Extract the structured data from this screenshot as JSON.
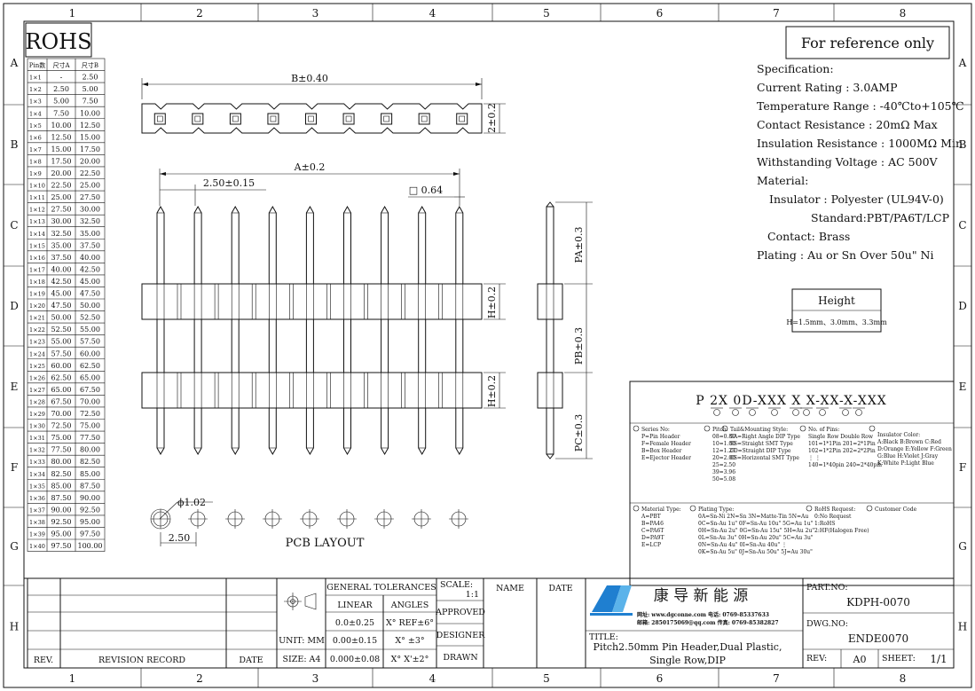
{
  "frame": {
    "cols": [
      "1",
      "2",
      "3",
      "4",
      "5",
      "6",
      "7",
      "8"
    ],
    "rows": [
      "A",
      "B",
      "C",
      "D",
      "E",
      "F",
      "G",
      "H"
    ]
  },
  "rohs": "ROHS",
  "ref_note": "For reference only",
  "pin_table": {
    "headers": [
      "Pin数",
      "尺寸A",
      "尺寸B"
    ],
    "rows": [
      [
        "1×1",
        "-",
        "2.50"
      ],
      [
        "1×2",
        "2.50",
        "5.00"
      ],
      [
        "1×3",
        "5.00",
        "7.50"
      ],
      [
        "1×4",
        "7.50",
        "10.00"
      ],
      [
        "1×5",
        "10.00",
        "12.50"
      ],
      [
        "1×6",
        "12.50",
        "15.00"
      ],
      [
        "1×7",
        "15.00",
        "17.50"
      ],
      [
        "1×8",
        "17.50",
        "20.00"
      ],
      [
        "1×9",
        "20.00",
        "22.50"
      ],
      [
        "1×10",
        "22.50",
        "25.00"
      ],
      [
        "1×11",
        "25.00",
        "27.50"
      ],
      [
        "1×12",
        "27.50",
        "30.00"
      ],
      [
        "1×13",
        "30.00",
        "32.50"
      ],
      [
        "1×14",
        "32.50",
        "35.00"
      ],
      [
        "1×15",
        "35.00",
        "37.50"
      ],
      [
        "1×16",
        "37.50",
        "40.00"
      ],
      [
        "1×17",
        "40.00",
        "42.50"
      ],
      [
        "1×18",
        "42.50",
        "45.00"
      ],
      [
        "1×19",
        "45.00",
        "47.50"
      ],
      [
        "1×20",
        "47.50",
        "50.00"
      ],
      [
        "1×21",
        "50.00",
        "52.50"
      ],
      [
        "1×22",
        "52.50",
        "55.00"
      ],
      [
        "1×23",
        "55.00",
        "57.50"
      ],
      [
        "1×24",
        "57.50",
        "60.00"
      ],
      [
        "1×25",
        "60.00",
        "62.50"
      ],
      [
        "1×26",
        "62.50",
        "65.00"
      ],
      [
        "1×27",
        "65.00",
        "67.50"
      ],
      [
        "1×28",
        "67.50",
        "70.00"
      ],
      [
        "1×29",
        "70.00",
        "72.50"
      ],
      [
        "1×30",
        "72.50",
        "75.00"
      ],
      [
        "1×31",
        "75.00",
        "77.50"
      ],
      [
        "1×32",
        "77.50",
        "80.00"
      ],
      [
        "1×33",
        "80.00",
        "82.50"
      ],
      [
        "1×34",
        "82.50",
        "85.00"
      ],
      [
        "1×35",
        "85.00",
        "87.50"
      ],
      [
        "1×36",
        "87.50",
        "90.00"
      ],
      [
        "1×37",
        "90.00",
        "92.50"
      ],
      [
        "1×38",
        "92.50",
        "95.00"
      ],
      [
        "1×39",
        "95.00",
        "97.50"
      ],
      [
        "1×40",
        "97.50",
        "100.00"
      ]
    ]
  },
  "dims": {
    "b": "B±0.40",
    "h_top": "2±0.2",
    "a": "A±0.2",
    "pitch": "2.50±0.15",
    "sq": "□ 0.64",
    "pa": "PA±0.3",
    "pb": "PB±0.3",
    "pc": "PC±0.3",
    "h1": "H±0.2",
    "h2": "H±0.2",
    "hole": "ϕ1.02",
    "hole_pitch": "2.50",
    "pcb": "PCB LAYOUT"
  },
  "spec": [
    "Specification:",
    "Current Rating : 3.0AMP",
    "Temperature Range : -40℃to+105℃",
    "Contact Resistance : 20mΩ Max",
    "Insulation Resistance : 1000MΩ Min",
    "Withstanding Voltage : AC 500V",
    "Material:",
    "Insulator : Polyester (UL94V-0)",
    "Standard:PBT/PA6T/LCP",
    "Contact: Brass",
    "Plating : Au or Sn Over 50u\" Ni"
  ],
  "height_box": {
    "title": "Height",
    "value": "H=1.5mm、3.0mm、3.3mm"
  },
  "part_code": "P 2X 0D-XXX X X-XX-X-XXX",
  "code_legend": {
    "series": [
      "Series No:",
      "P=Pin Header",
      "F=Female Header",
      "B=Box Header",
      "E=Ejector Header"
    ],
    "pitch": [
      "Pitch:",
      "08=0.80",
      "10=1.00",
      "12=1.27",
      "20=2.00",
      "25=2.50",
      "39=3.96",
      "50=5.08"
    ],
    "tail": [
      "Tail&Mounting Style:",
      "9A=Right Angle DIP Type",
      "9S=Straight SMT Type",
      "0D=Straight DIP Type",
      "0S=Horizontal SMT Type"
    ],
    "pins": [
      "No. of Pins:",
      "Single Row  Double Row",
      "101=1*1Pin  201=2*1Pin",
      "102=1*2Pin  202=2*2Pin",
      "⋮  ⋮",
      "140=1*40pin 240=2*40pin"
    ],
    "color": [
      "Insulator Color:",
      "A:Black  B:Brown  C:Red",
      "D:Orange E:Yellow F:Green",
      "G:Blue  H:Violet J:Gray",
      "K:White  P:Light Blue"
    ],
    "material": [
      "Material Type:",
      "A=PBT",
      "B=PA46",
      "C=PA6T",
      "D=PA9T",
      "E=LCP"
    ],
    "plating": [
      "Plating Type:",
      "0A=Sn-Ni 2N=Sn 3N=Matte-Tin 5N=Au",
      "0C=Sn-Au 1u\"  0F=Sn-Au 10u\"  5G=Au 1u\"",
      "0H=Sn-Au 2u\"  0G=Sn-Au 15u\"  5H=Au 2u\"",
      "0L=Sn-Au 3u\"  0H=Sn-Au 20u\"  5C=Au 3u\"",
      "0N=Sn-Au 4u\"  0I=Sn-Au 40u\"   ⋮",
      "0K=Sn-Au 5u\"  0J=Sn-Au 50u\"  5J=Au 30u\""
    ],
    "rohs": [
      "RoHS Request:",
      "0:No Request",
      "1:RoHS",
      "2:HF(Halogen Free)"
    ],
    "custom": [
      "Customer Code"
    ]
  },
  "title_block": {
    "rev": "REV.",
    "revision_record": "REVISION RECORD",
    "date": "DATE",
    "general_tol": "GENERAL TOLERANCES",
    "linear": "LINEAR",
    "angles": "ANGLES",
    "tol_rows": [
      [
        "0.0±0.25",
        "X° REF±6°"
      ],
      [
        "0.00±0.15",
        "X° ±3°"
      ],
      [
        "0.000±0.08",
        "X° X'±2°"
      ]
    ],
    "unit": "UNIT: MM",
    "size": "SIZE: A4",
    "scale_label": "SCALE:",
    "scale": "1:1",
    "approved": "APPROVED",
    "designer": "DESIGNER",
    "drawn": "DRAWN",
    "name": "NAME",
    "date2": "DATE",
    "company_cn": "康 导 新 能 源",
    "company_line1": "网址: www.dgconne.com  电话: 0769-85337633",
    "company_line2": "邮箱: 2850175069@qq.com  传真: 0769-85382827",
    "title_label": "TITLE:",
    "title_1": "Pitch2.50mm Pin Header,Dual Plastic,",
    "title_2": "Single Row,DIP",
    "part_label": "PART.NO:",
    "part_no": "KDPH-0070",
    "dwg_label": "DWG.NO:",
    "dwg_no": "ENDE0070",
    "rev_label": "REV:",
    "rev_val": "A0",
    "sheet_label": "SHEET:",
    "sheet_val": "1/1"
  },
  "colors": {
    "logo": "#1f7fd0"
  }
}
